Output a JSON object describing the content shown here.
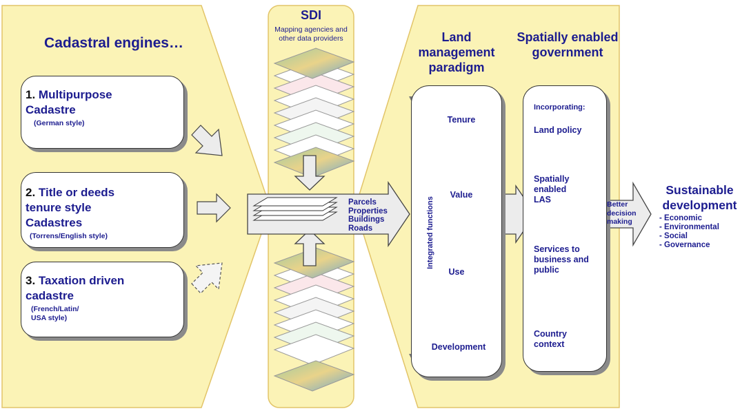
{
  "left_panel": {
    "title": "Cadastral engines…",
    "engines": [
      {
        "num": "1.",
        "title": "Multipurpose Cadastre",
        "subtitle": "(German style)",
        "icon": "parcels-icon"
      },
      {
        "num": "2.",
        "title": "Title or deeds tenure style Cadastres",
        "subtitle": "(Torrens/English style)",
        "icon": "deed-scroll-icon"
      },
      {
        "num": "3.",
        "title": "Taxation driven cadastre",
        "subtitle": "(French/Latin/ USA style)",
        "icon": "money-stack-icon"
      }
    ]
  },
  "sdi": {
    "title": "SDI",
    "subtitle": "Mapping agencies and other data providers",
    "layers": [
      "Parcels",
      "Properties",
      "Buildings",
      "Roads"
    ]
  },
  "land_management": {
    "title": "Land management paradigm",
    "axis_label": "Integrated functions",
    "items": [
      "Tenure",
      "Value",
      "Use",
      "Development"
    ]
  },
  "government": {
    "title": "Spatially enabled government",
    "items": [
      "Incorporating:",
      "Land policy",
      "Spatially enabled LAS",
      "Services to business and public",
      "Country context"
    ]
  },
  "arrow_label": "Better decision making",
  "outcome": {
    "title": "Sustainable development",
    "items": [
      "- Economic",
      "- Environmental",
      "- Social",
      "- Governance"
    ]
  },
  "colors": {
    "panel_fill": "#fbf3b6",
    "panel_stroke": "#e2c468",
    "text": "#1c1c8f",
    "arrow_fill": "#ececec"
  }
}
